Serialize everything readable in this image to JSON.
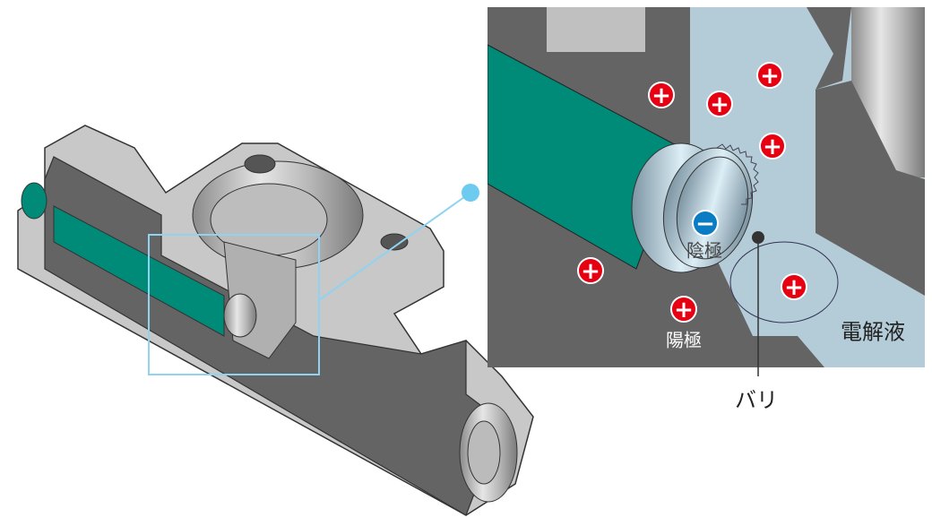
{
  "labels": {
    "cathode": "陰極",
    "anode": "陽極",
    "electrolyte": "電解液",
    "burr": "バリ"
  },
  "signs": {
    "plus": "+",
    "minus": "−"
  },
  "colors": {
    "electrode": "#008a78",
    "electrolyte": "#b4ccd8",
    "metal_section": "#646464",
    "highlight_box": "#8fd3f0",
    "plus": "#e60012",
    "minus": "#0a7cc4"
  }
}
